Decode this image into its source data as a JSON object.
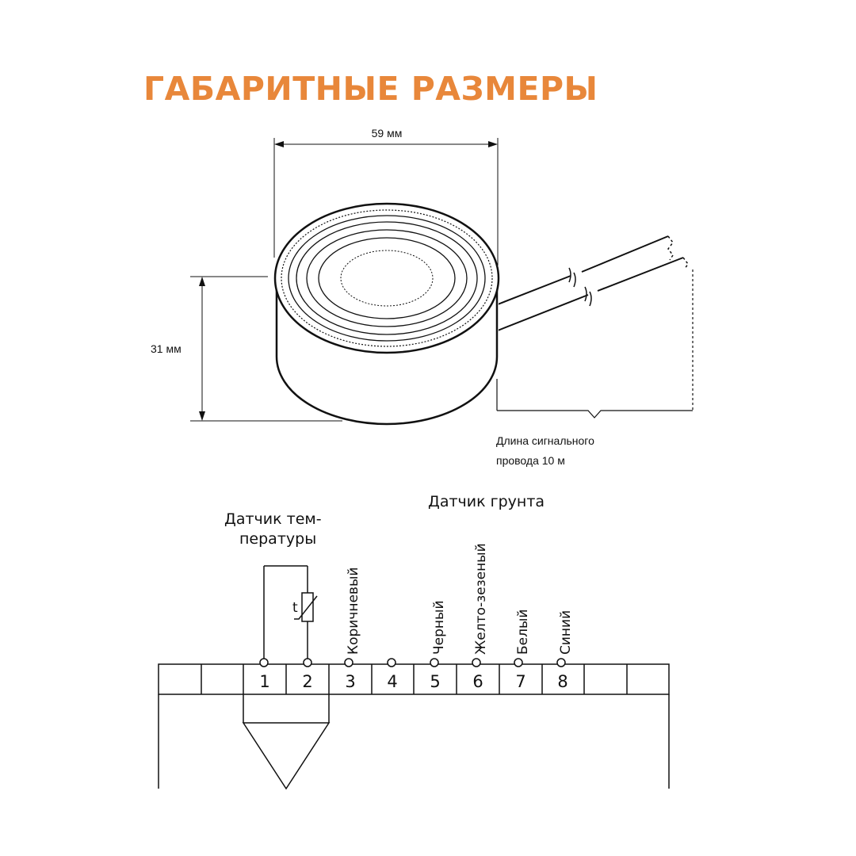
{
  "title": "ГАБАРИТНЫЕ РАЗМЕРЫ",
  "accent_color": "#e8873a",
  "dimensions": {
    "width_label": "59 мм",
    "height_label": "31 мм",
    "cable_label_line1": "Длина сигнального",
    "cable_label_line2": "провода 10 м"
  },
  "wiring": {
    "temp_sensor_line1": "Датчик тем-",
    "temp_sensor_line2": "пературы",
    "soil_sensor": "Датчик грунта",
    "thermistor_symbol": "t",
    "terminals": [
      "1",
      "2",
      "3",
      "4",
      "5",
      "6",
      "7",
      "8"
    ],
    "wires": {
      "t3": "Коричневый",
      "t5": "Черный",
      "t6": "Желто-зезеный",
      "t7": "Белый",
      "t8": "Синий"
    }
  }
}
